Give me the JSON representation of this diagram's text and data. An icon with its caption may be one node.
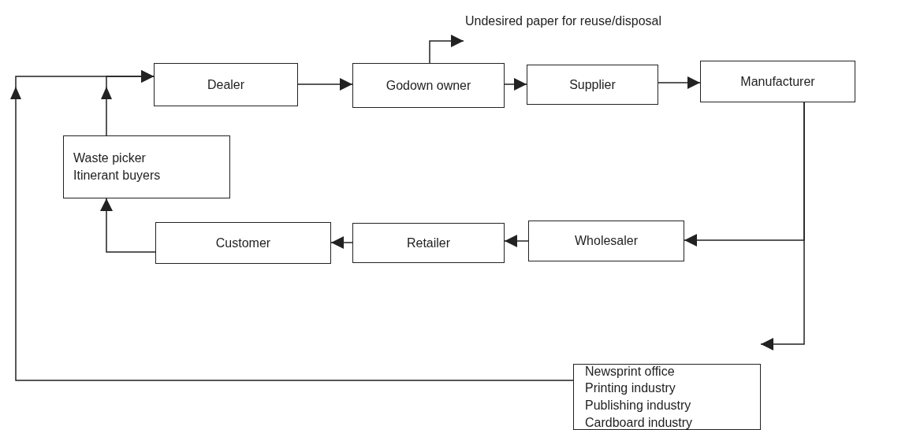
{
  "diagram": {
    "nodes": [
      {
        "text": [
          "Dealer"
        ]
      },
      {
        "text": [
          "Godown owner"
        ]
      },
      {
        "text": [
          "Supplier"
        ]
      },
      {
        "text": [
          "Manufacturer"
        ]
      },
      {
        "text": [
          "Waste picker",
          "Itinerant buyers"
        ]
      },
      {
        "text": [
          "Customer"
        ]
      },
      {
        "text": [
          "Retailer"
        ]
      },
      {
        "text": [
          "Wholesaler"
        ]
      },
      {
        "text": [
          "Newsprint office",
          "Printing industry",
          "Publishing industry",
          "Cardboard industry"
        ]
      },
      {
        "text": [
          "Undesired paper for reuse/disposal"
        ]
      }
    ],
    "edges": [
      {
        "from": 0,
        "to": 1,
        "arrow": "to"
      },
      {
        "from": 1,
        "to": 2,
        "arrow": "to"
      },
      {
        "from": 2,
        "to": 3,
        "arrow": "to"
      },
      {
        "from": 1,
        "to": 9,
        "arrow": "to"
      },
      {
        "from": 3,
        "to": 7,
        "arrow": "to"
      },
      {
        "from": 3,
        "to": 8,
        "arrow": "to"
      },
      {
        "from": 7,
        "to": 6,
        "arrow": "to"
      },
      {
        "from": 6,
        "to": 5,
        "arrow": "to"
      },
      {
        "from": 5,
        "to": 4,
        "arrow": "to"
      },
      {
        "from": 4,
        "to": 0,
        "arrow": "to"
      },
      {
        "from": 8,
        "to": 0,
        "arrow": "to"
      }
    ]
  }
}
